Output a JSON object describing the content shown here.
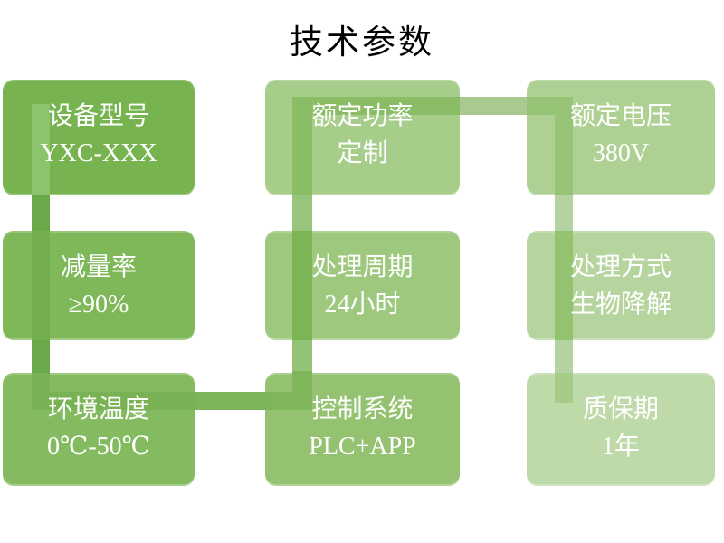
{
  "title": "技术参数",
  "boxes": [
    {
      "label": "设备型号",
      "value": "YXC-XXX",
      "color": "#77b450"
    },
    {
      "label": "额定功率",
      "value": "定制",
      "color": "#a6cd8a"
    },
    {
      "label": "额定电压",
      "value": "380V",
      "color": "#aed193"
    },
    {
      "label": "减量率",
      "value": "≥90%",
      "color": "#7eb858"
    },
    {
      "label": "处理周期",
      "value": "24小时",
      "color": "#9dc87d"
    },
    {
      "label": "处理方式",
      "value": "生物降解",
      "color": "#b6d59e"
    },
    {
      "label": "环境温度",
      "value": "0℃-50℃",
      "color": "#85bb60"
    },
    {
      "label": "控制系统",
      "value": "PLC+APP",
      "color": "#94c271"
    },
    {
      "label": "质保期",
      "value": "1年",
      "color": "#bfdaa9"
    }
  ],
  "connector": {
    "description": "serpentine flow band: down col1, right along bottom, up col2, right along top, down col3",
    "segments": [
      {
        "name": "col1-in-box1",
        "color": "#8cc46d"
      },
      {
        "name": "col1-gap1",
        "color": "#69a94a"
      },
      {
        "name": "col1-in-box4",
        "color": "#72ae4c"
      },
      {
        "name": "col1-gap2",
        "color": "#69a94a"
      },
      {
        "name": "col1-in-box7",
        "color": "#79b254"
      },
      {
        "name": "bottom-in-box7",
        "color": "#79b254"
      },
      {
        "name": "bottom-gap",
        "color": "#7cb458"
      },
      {
        "name": "bottom-in-box8",
        "color": "#7fb65a"
      },
      {
        "name": "col2-in-box8",
        "color": "#7fb65a"
      },
      {
        "name": "col2-gap2",
        "color": "#93c376"
      },
      {
        "name": "col2-in-box5",
        "color": "#7cb556"
      },
      {
        "name": "col2-gap1",
        "color": "#97c57b"
      },
      {
        "name": "col2-in-box2",
        "color": "#8abd66"
      },
      {
        "name": "top-in-box2",
        "color": "#8abd66"
      },
      {
        "name": "top-gap",
        "color": "#a9c98f"
      },
      {
        "name": "top-in-box3",
        "color": "#96c376"
      },
      {
        "name": "col3-in-box3",
        "color": "#96c376"
      },
      {
        "name": "col3-gap1",
        "color": "#b5d3a0"
      },
      {
        "name": "col3-in-box6",
        "color": "#93c271"
      },
      {
        "name": "col3-gap2",
        "color": "#b5d3a0"
      },
      {
        "name": "col3-in-box9",
        "color": "#a5cb87"
      }
    ]
  }
}
